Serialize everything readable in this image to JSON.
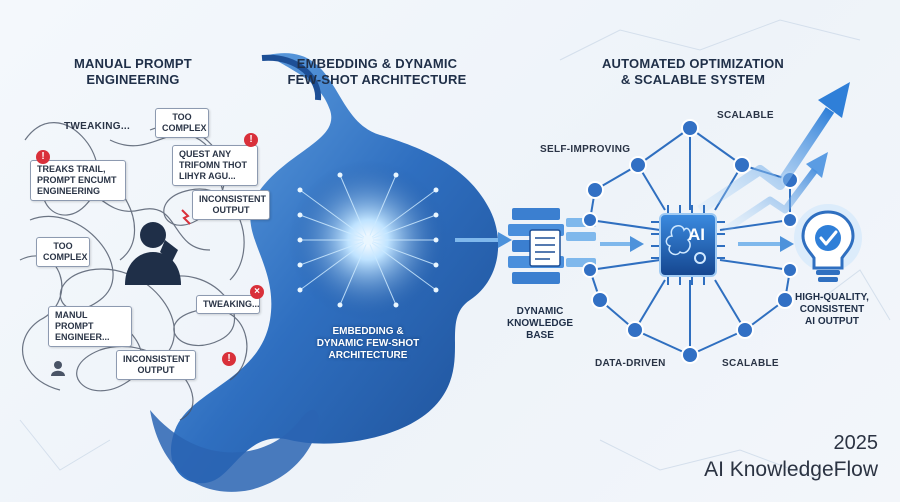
{
  "sections": {
    "manual": {
      "title": "MANUAL PROMPT\nENGINEERING"
    },
    "embedding": {
      "title": "EMBEDDING & DYNAMIC\nFEW-SHOT ARCHITECTURE",
      "inner_label": "EMBEDDING &\nDYNAMIC FEW-SHOT\nARCHITECTURE"
    },
    "automated": {
      "title": "AUTOMATED OPTIMIZATION\n& SCALABLE SYSTEM"
    }
  },
  "manual_notes": {
    "tweaking_top": "TWEAKING...",
    "too_complex_top": "TOO\nCOMPLEX",
    "quest": "QUEST ANY\nTRIFOMN THOT\nLIHYR AGU...",
    "treaks": "TREAKS TRAIL,\nPROMPT ENCUMT\nENGINEERING",
    "inconsistent_right": "INCONSISTENT\nOUTPUT",
    "too_complex_left": "TOO\nCOMPLEX",
    "tweaking_bottom": "TWEAKING...",
    "manul": "MANUL PROMPT\nENGINEER...",
    "inconsistent_bottom": "INCONSISTENT\nOUTPUT"
  },
  "knowledge_base_label": "DYNAMIC\nKNOWLEDGE\nBASE",
  "chip_label": "AI",
  "system_labels": {
    "scalable_top": "SCALABLE",
    "self_improving": "SELF-IMPROVING",
    "data_driven": "DATA-DRIVEN",
    "scalable_bottom": "SCALABLE"
  },
  "output_label": "HIGH-QUALITY,\nCONSISTENT\nAI OUTPUT",
  "brand": {
    "year": "2025",
    "name": "AI KnowledgeFlow"
  },
  "colors": {
    "primary_blue": "#2f6fc0",
    "dark_blue": "#1d4f96",
    "light_blue": "#7fb8ec",
    "warning_red": "#d9303a"
  }
}
